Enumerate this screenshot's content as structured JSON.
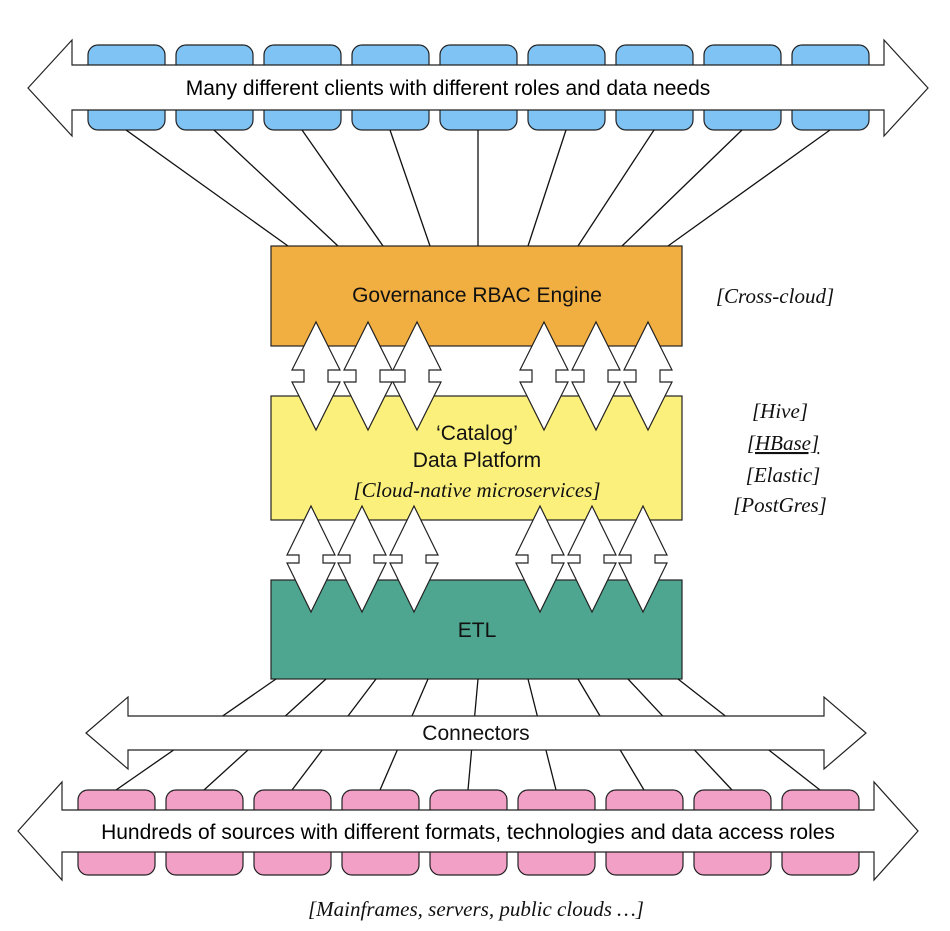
{
  "clients": {
    "banner_label": "Many different clients with different roles and data needs",
    "box_count": 9,
    "box_color": "#7fc3f5"
  },
  "governance": {
    "label": "Governance RBAC Engine",
    "color": "#f1ae41",
    "note": "[Cross-cloud]"
  },
  "catalog": {
    "line1": "‘Catalog’",
    "line2": "Data Platform",
    "line3": "[Cloud-native microservices]",
    "color": "#fbf07c",
    "notes": [
      "[Hive]",
      "[HBase]",
      "[Elastic]",
      "[PostGres]"
    ]
  },
  "etl": {
    "label": "ETL",
    "color": "#4fa690"
  },
  "connectors": {
    "label": "Connectors"
  },
  "sources": {
    "banner_label": "Hundreds of sources with different formats, technologies and data access roles",
    "box_count": 9,
    "box_color": "#f3a0c6",
    "note": "[Mainframes, servers, public clouds …]"
  }
}
